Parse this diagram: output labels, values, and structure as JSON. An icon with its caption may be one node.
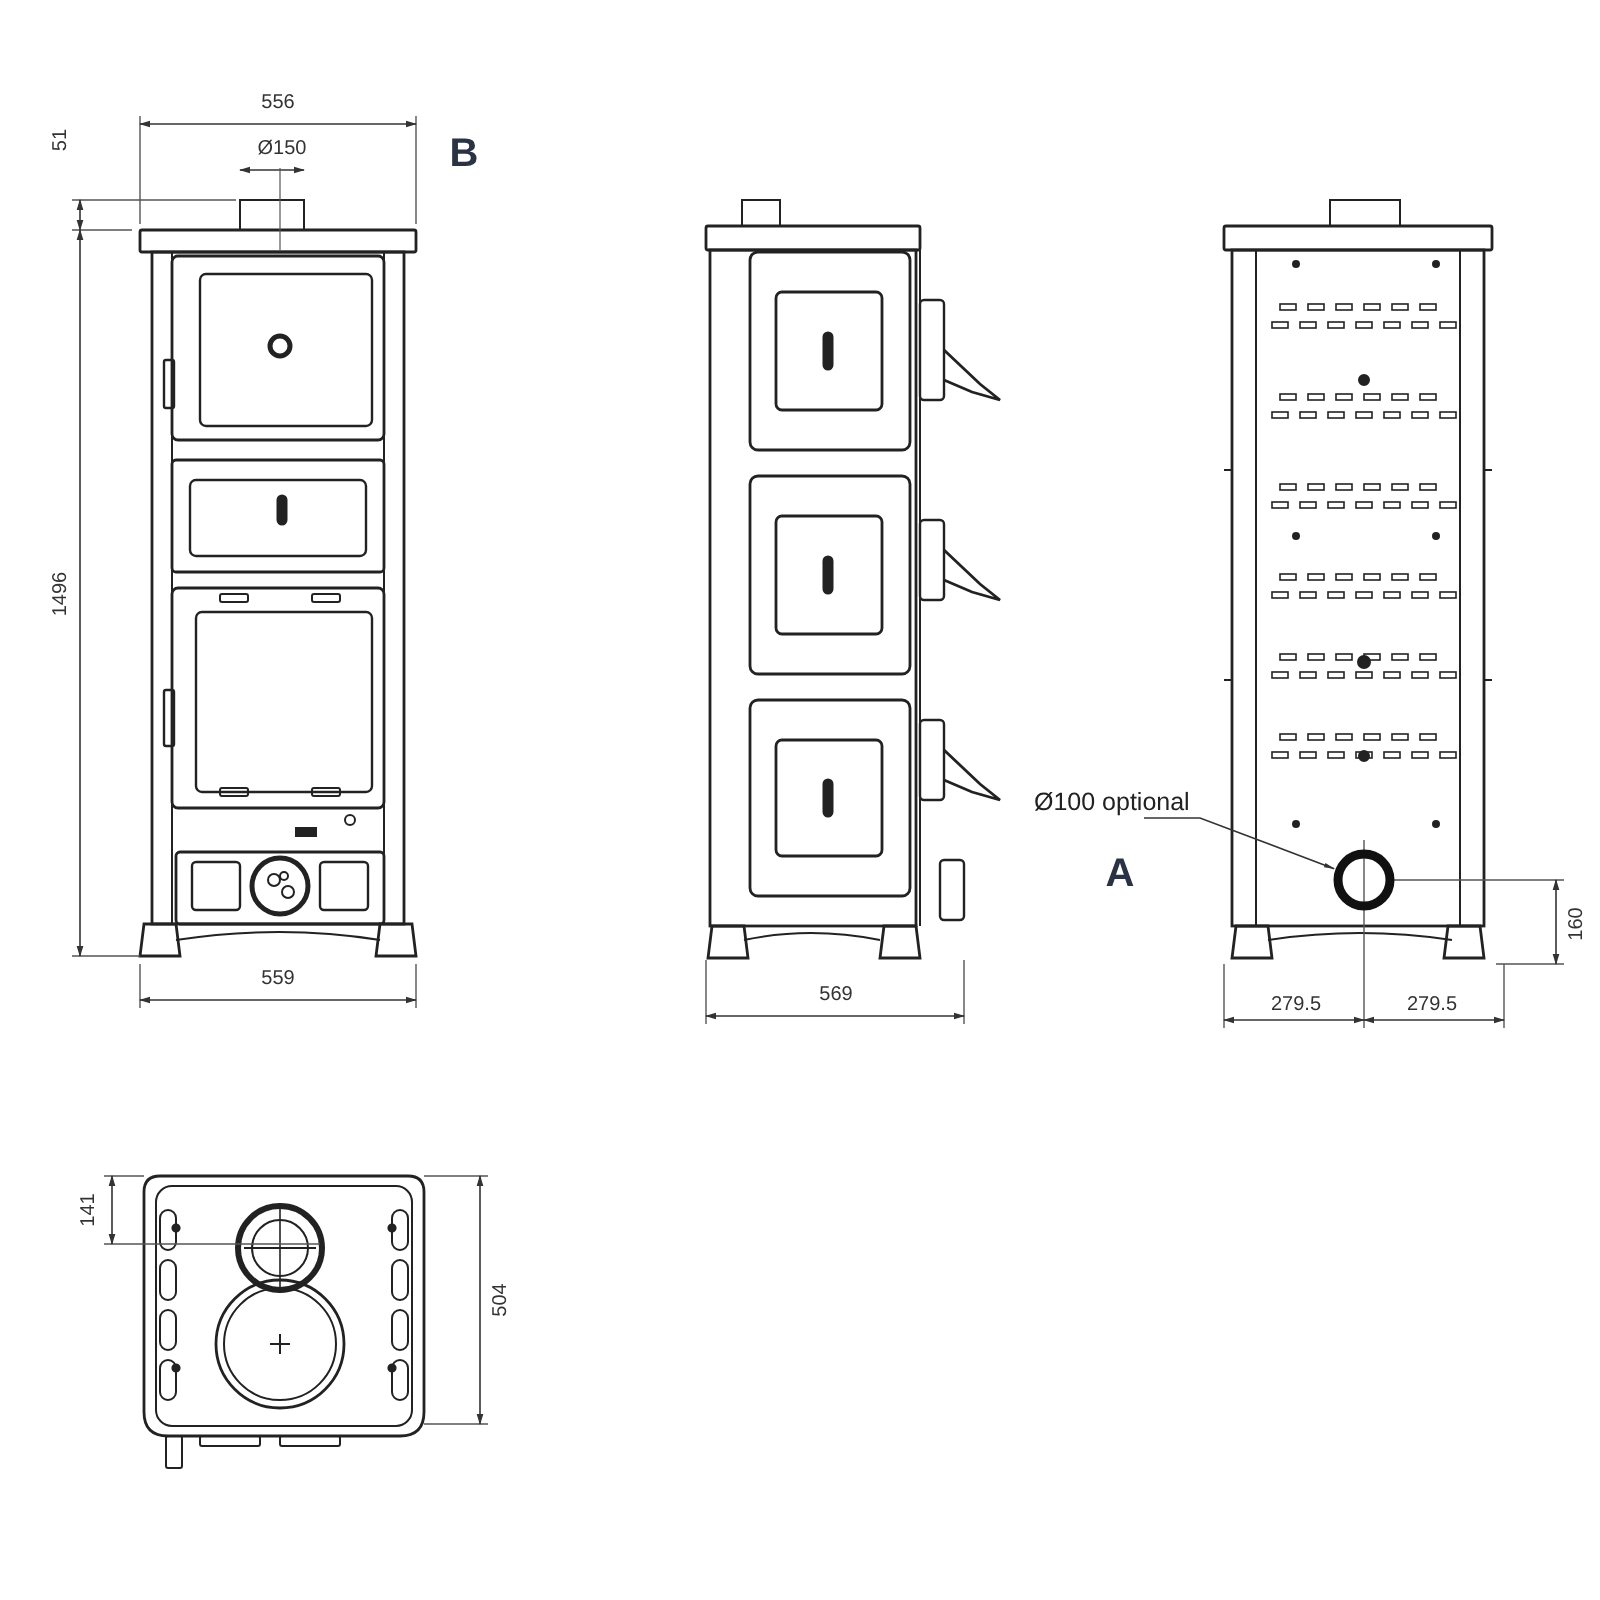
{
  "diagram": {
    "nodes": [
      {
        "text": [
          "Ø100 optional"
        ]
      },
      {
        "text": [],
        "shape": "circle"
      }
    ],
    "edges": [
      {
        "from": 0,
        "to": 1,
        "arrow": "to"
      }
    ],
    "labels": [
      "556",
      "B",
      "51",
      "Ø150",
      "1496",
      "559",
      "569",
      "A",
      "160",
      "279.5",
      "279.5",
      "141",
      "504"
    ]
  }
}
